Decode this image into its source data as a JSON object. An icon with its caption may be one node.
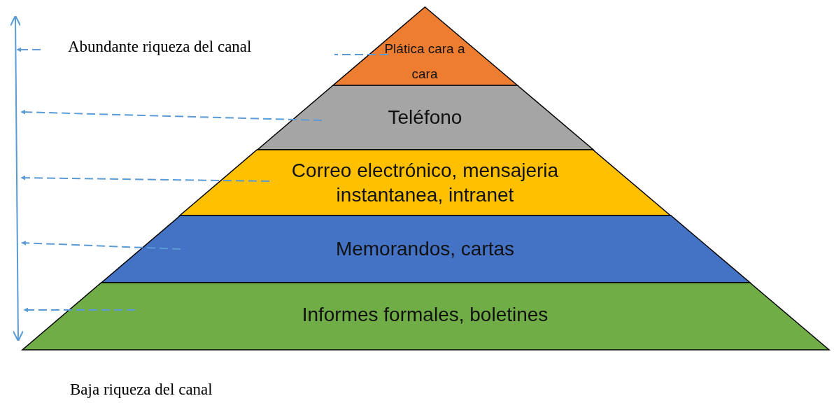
{
  "diagram": {
    "nodes": [
      {
        "text": [
          "Plática cara a cara"
        ]
      },
      {
        "text": [
          "Teléfono"
        ]
      },
      {
        "text": [
          "Correo electrónico, mensajeria instantanea, intranet"
        ]
      },
      {
        "text": [
          "Memorandos, cartas"
        ]
      },
      {
        "text": [
          "Informes formales, boletines"
        ]
      }
    ],
    "edges": [
      {
        "from": 0,
        "to": null,
        "arrow": "to",
        "style": "dashed"
      },
      {
        "from": 1,
        "to": null,
        "arrow": "to",
        "style": "dashed"
      },
      {
        "from": 2,
        "to": null,
        "arrow": "to",
        "style": "dashed"
      },
      {
        "from": 3,
        "to": null,
        "arrow": "to",
        "style": "dashed"
      },
      {
        "from": 4,
        "to": null,
        "arrow": "to",
        "style": "dashed"
      }
    ],
    "labels": [
      "Abundante riqueza del canal",
      "Baja riqueza del canal"
    ]
  }
}
